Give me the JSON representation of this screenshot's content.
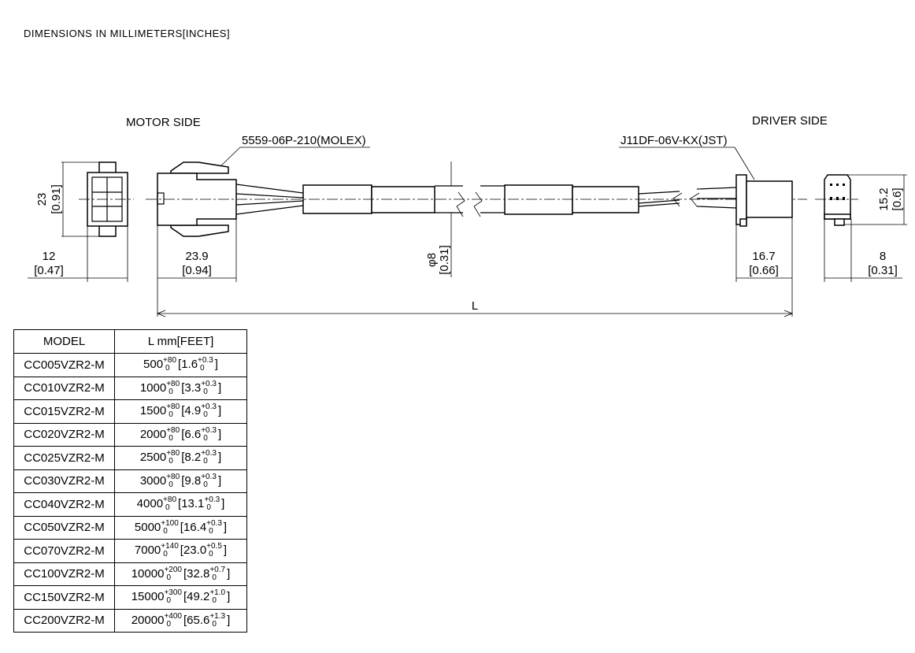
{
  "title": "DIMENSIONS IN MILLIMETERS[INCHES]",
  "labels": {
    "motor_side": "MOTOR SIDE",
    "driver_side": "DRIVER SIDE",
    "motor_connector": "5559-06P-210(MOLEX)",
    "driver_connector": "J11DF-06V-KX(JST)"
  },
  "dimensions": {
    "motor_height_mm": "23",
    "motor_height_in": "[0.91]",
    "motor_width_mm": "12",
    "motor_width_in": "[0.47]",
    "motor_length_mm": "23.9",
    "motor_length_in": "[0.94]",
    "cable_dia_mm": "φ8",
    "cable_dia_in": "[0.31]",
    "driver_length_mm": "16.7",
    "driver_length_in": "[0.66]",
    "driver_width_mm": "8",
    "driver_width_in": "[0.31]",
    "driver_height_mm": "15.2",
    "driver_height_in": "[0.6]",
    "total_length": "L"
  },
  "table": {
    "headers": [
      "MODEL",
      "L mm[FEET]"
    ],
    "rows": [
      {
        "model": "CC005VZR2-M",
        "mm": "500",
        "mm_up": "+80",
        "mm_lo": "0",
        "ft": "1.6",
        "ft_up": "+0.3",
        "ft_lo": "0"
      },
      {
        "model": "CC010VZR2-M",
        "mm": "1000",
        "mm_up": "+80",
        "mm_lo": "0",
        "ft": "3.3",
        "ft_up": "+0.3",
        "ft_lo": "0"
      },
      {
        "model": "CC015VZR2-M",
        "mm": "1500",
        "mm_up": "+80",
        "mm_lo": "0",
        "ft": "4.9",
        "ft_up": "+0.3",
        "ft_lo": "0"
      },
      {
        "model": "CC020VZR2-M",
        "mm": "2000",
        "mm_up": "+80",
        "mm_lo": "0",
        "ft": "6.6",
        "ft_up": "+0.3",
        "ft_lo": "0"
      },
      {
        "model": "CC025VZR2-M",
        "mm": "2500",
        "mm_up": "+80",
        "mm_lo": "0",
        "ft": "8.2",
        "ft_up": "+0.3",
        "ft_lo": "0"
      },
      {
        "model": "CC030VZR2-M",
        "mm": "3000",
        "mm_up": "+80",
        "mm_lo": "0",
        "ft": "9.8",
        "ft_up": "+0.3",
        "ft_lo": "0"
      },
      {
        "model": "CC040VZR2-M",
        "mm": "4000",
        "mm_up": "+80",
        "mm_lo": "0",
        "ft": "13.1",
        "ft_up": "+0.3",
        "ft_lo": "0"
      },
      {
        "model": "CC050VZR2-M",
        "mm": "5000",
        "mm_up": "+100",
        "mm_lo": "0",
        "ft": "16.4",
        "ft_up": "+0.3",
        "ft_lo": "0"
      },
      {
        "model": "CC070VZR2-M",
        "mm": "7000",
        "mm_up": "+140",
        "mm_lo": "0",
        "ft": "23.0",
        "ft_up": "+0.5",
        "ft_lo": "0"
      },
      {
        "model": "CC100VZR2-M",
        "mm": "10000",
        "mm_up": "+200",
        "mm_lo": "0",
        "ft": "32.8",
        "ft_up": "+0.7",
        "ft_lo": "0"
      },
      {
        "model": "CC150VZR2-M",
        "mm": "15000",
        "mm_up": "+300",
        "mm_lo": "0",
        "ft": "49.2",
        "ft_up": "+1.0",
        "ft_lo": "0"
      },
      {
        "model": "CC200VZR2-M",
        "mm": "20000",
        "mm_up": "+400",
        "mm_lo": "0",
        "ft": "65.6",
        "ft_up": "+1.3",
        "ft_lo": "0"
      }
    ]
  }
}
